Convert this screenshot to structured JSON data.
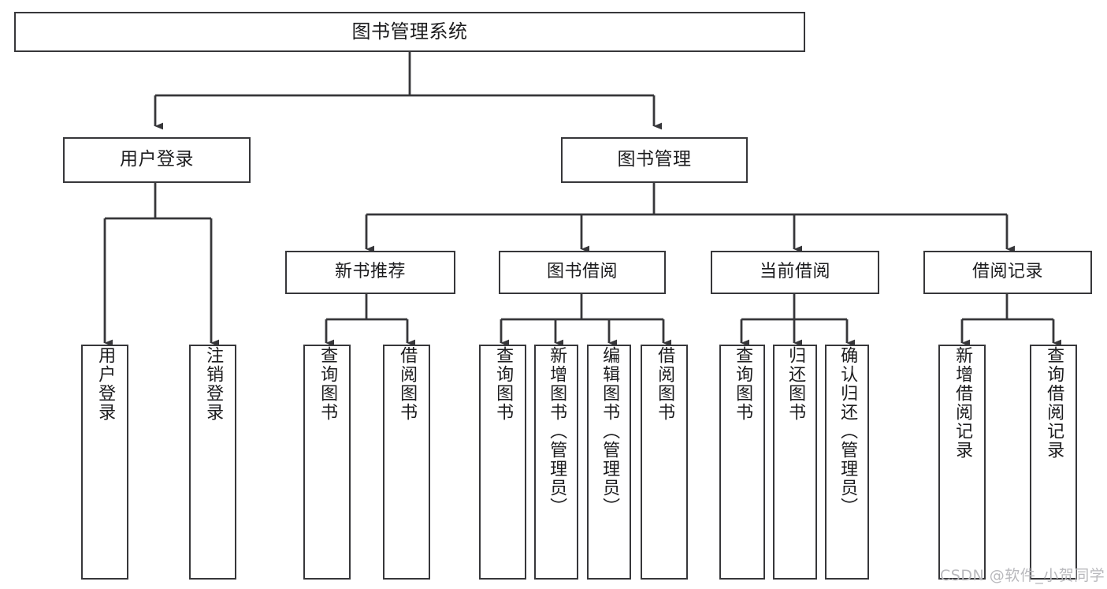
{
  "diagram": {
    "type": "tree-hierarchy-diagram",
    "title_text": "图书管理系统",
    "colors": {
      "stroke": "#37373a",
      "box_fill": "#ffffff",
      "text": "#1c1c1e",
      "background": "#ffffff",
      "watermark": "#b9b9bd"
    },
    "root": {
      "label": "图书管理系统"
    },
    "level2": [
      {
        "label": "用户登录"
      },
      {
        "label": "图书管理"
      }
    ],
    "level3": [
      {
        "label": "新书推荐"
      },
      {
        "label": "图书借阅"
      },
      {
        "label": "当前借阅"
      },
      {
        "label": "借阅记录"
      }
    ],
    "leaves": {
      "user_login": [
        {
          "label": "用户登录"
        },
        {
          "label": "注销登录"
        }
      ],
      "new_book_recommend": [
        {
          "label": "查询图书"
        },
        {
          "label": "借阅图书"
        }
      ],
      "book_borrow": [
        {
          "label": "查询图书"
        },
        {
          "label": "新增图书（管理员）"
        },
        {
          "label": "编辑图书（管理员）"
        },
        {
          "label": "借阅图书"
        }
      ],
      "current_borrow": [
        {
          "label": "查询图书"
        },
        {
          "label": "归还图书"
        },
        {
          "label": "确认归还（管理员）"
        }
      ],
      "borrow_record": [
        {
          "label": "新增借阅记录"
        },
        {
          "label": "查询借阅记录"
        }
      ]
    }
  },
  "watermark": {
    "text": "CSDN @软件_小贺同学"
  }
}
